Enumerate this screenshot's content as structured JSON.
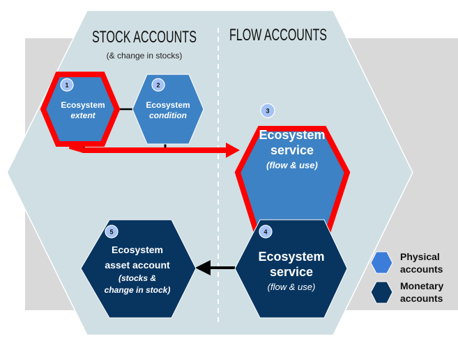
{
  "headings": {
    "stock": "STOCK ACCOUNTS",
    "stock_sub": "(& change in stocks)",
    "flow": "FLOW ACCOUNTS"
  },
  "nodes": [
    {
      "id": 1,
      "number": "1",
      "title": "Ecosystem",
      "lines": [
        "extent"
      ],
      "type": "physical",
      "highlighted": true
    },
    {
      "id": 2,
      "number": "2",
      "title": "Ecosystem",
      "lines": [
        "condition"
      ],
      "type": "physical",
      "highlighted": false
    },
    {
      "id": 3,
      "number": "3",
      "title": "Ecosystem",
      "title2": "service",
      "lines": [
        "(flow & use)"
      ],
      "type": "physical",
      "highlighted": true
    },
    {
      "id": 4,
      "number": "4",
      "title": "Ecosystem",
      "title2": "service",
      "lines": [
        "(flow & use)"
      ],
      "type": "monetary",
      "highlighted": false
    },
    {
      "id": 5,
      "number": "5",
      "title": "Ecosystem",
      "title2": "asset account",
      "lines": [
        "(stocks &",
        "change in stock)"
      ],
      "type": "monetary",
      "highlighted": false
    }
  ],
  "edges": [
    {
      "from": 1,
      "to": 2,
      "direction": "both"
    },
    {
      "from": 1,
      "to": 3,
      "direction": "forward",
      "highlighted": true
    },
    {
      "from": 2,
      "to": 3,
      "direction": "forward"
    },
    {
      "from": 3,
      "to": 4,
      "direction": "both"
    },
    {
      "from": 4,
      "to": 5,
      "direction": "forward"
    }
  ],
  "legend": [
    {
      "label_line1": "Physical",
      "label_line2": "accounts",
      "color": "#3c7dd9"
    },
    {
      "label_line1": "Monetary",
      "label_line2": "accounts",
      "color": "#083560"
    }
  ],
  "colors": {
    "physical": "#3d82c4",
    "monetary": "#083560",
    "highlight": "#ff0000",
    "badge": "#a4c2f4",
    "panel": "#d0dfe3",
    "backdrop": "#d9d9d9"
  }
}
